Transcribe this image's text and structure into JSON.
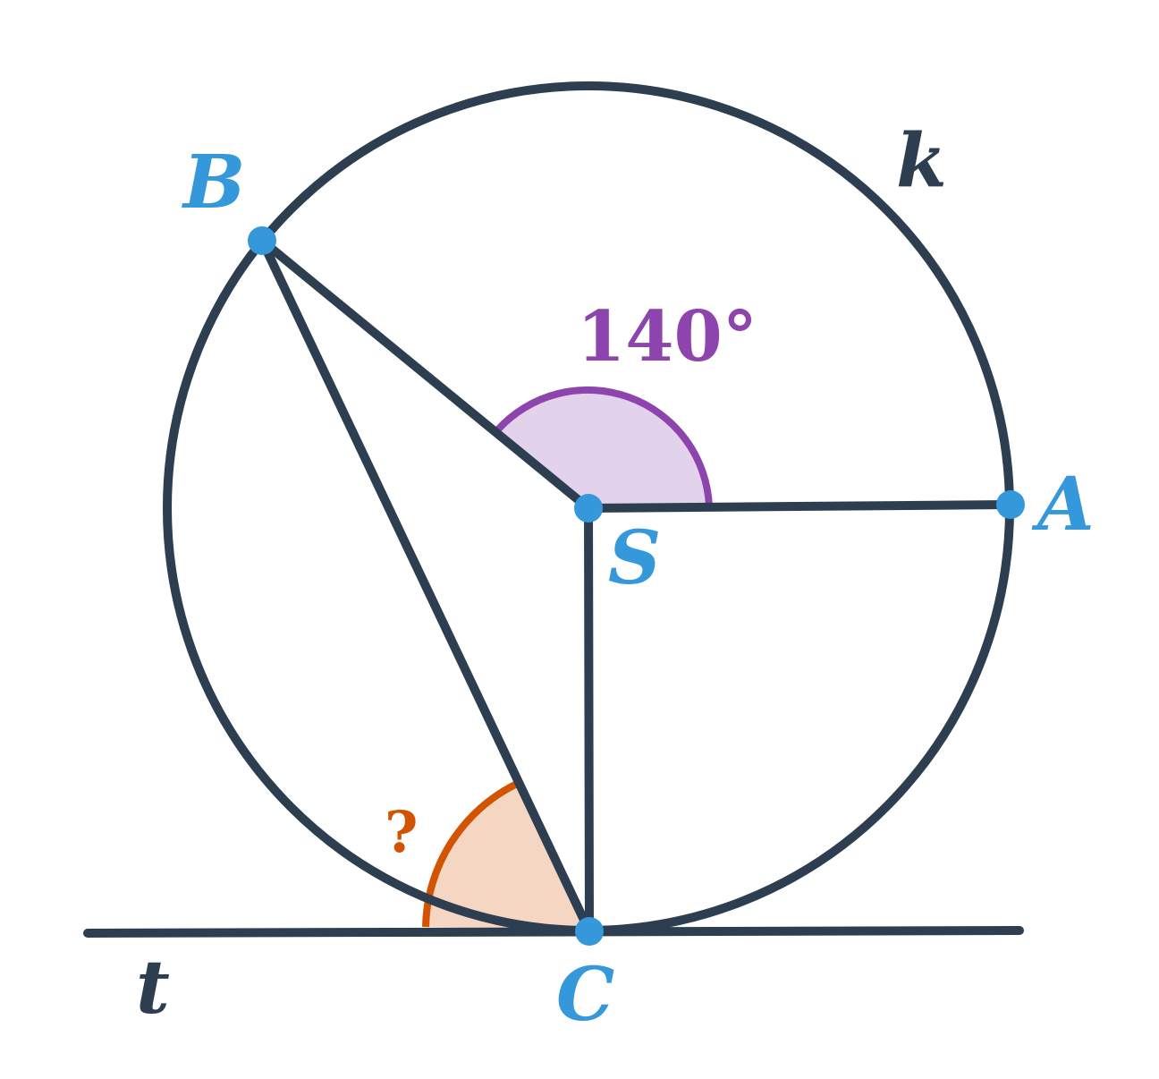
{
  "diagram": {
    "points": {
      "A": "A",
      "B": "B",
      "C": "C",
      "S": "S"
    },
    "circle_label": "k",
    "tangent_label": "t",
    "angle_label": "140°",
    "unknown_label": "?",
    "colors": {
      "stroke": "#2c3e50",
      "points": "#3498db",
      "angle_known": "#8e44ad",
      "angle_known_fill": "#e3d2ec",
      "angle_unknown": "#d35400",
      "angle_unknown_fill": "#f5d6c2"
    }
  }
}
